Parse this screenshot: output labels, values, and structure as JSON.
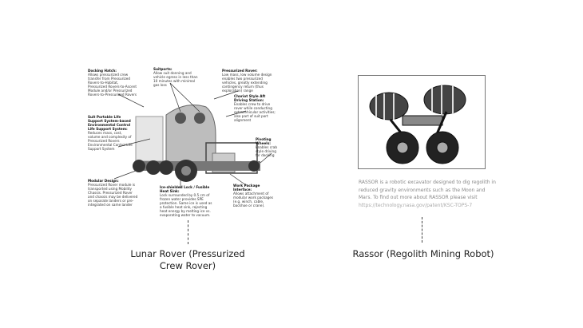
{
  "left": {
    "annotations": [
      {
        "title": "Docking Hatch:",
        "text": "Allows pressurized crew transfer from Pressurized Rovers-to-Habitat, Pressurized Rovers-to-Ascent Module and/or Pressurized Rovers-to-Pressurized Rovers"
      },
      {
        "title": "Suitports:",
        "text": "Allow suit donning and vehicle egress in less than 10 minutes with minimal gas loss"
      },
      {
        "title": "Pressurized Rover:",
        "text": "Low mass, low volume design enables two pressurized vehicles, greatly extending contingency return (thus exploration) range"
      },
      {
        "title": "Chariot Style Aft Driving Station:",
        "text": "Enables crew to drive rover while conducting extravehicular activities; also part of suit port alignment"
      },
      {
        "title": "Suit Portable Life Support System-based Environmental Control Life Support System:",
        "text": "Reduces mass, cost, volume and complexity of Pressurized Rovers Environmental Control Life Support System"
      },
      {
        "title": "Pivoting Wheels:",
        "text": "Enables crab style driving for docking"
      },
      {
        "title": "Modular Design:",
        "text": "Pressurized Rover module is transported using Mobility Chassis. Pressurized Rover and chassis may be delivered on separate landers or pre-integrated on same lander"
      },
      {
        "title": "Ice-shielded Lock / Fusible Heat Sink:",
        "text": "Lock surrounded by 0.5 cm of frozen water provides SPE protection. Same ice is used as a fusible heat sink, rejecting heat energy by melting ice vs. evaporating water to vacuum."
      },
      {
        "title": "Work Package Interface:",
        "text": "Allows attachment of modular work packages (e.g. winch, cable, backhoe or crane)."
      }
    ],
    "caption": "Lunar Rover (Pressurized Crew Rover)"
  },
  "right": {
    "description": "RASSOR is a robotic excavator designed to dig regolith in reduced gravity environments such as the Moon and Mars. To find out more about RASSOR please visit",
    "link": "https://technology.nasa.gov/patent/KSC-TOPS-7",
    "caption": "Rassor (Regolith Mining Robot)"
  }
}
